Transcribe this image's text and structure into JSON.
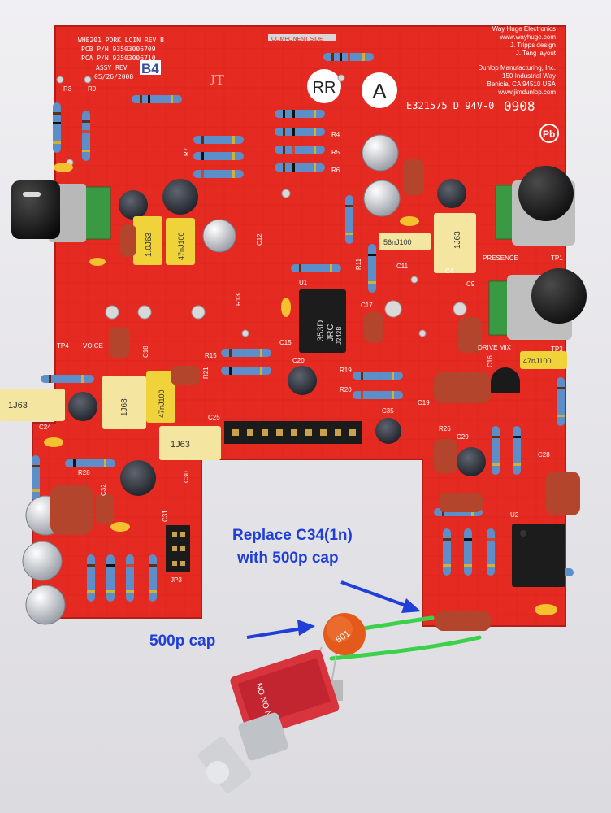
{
  "pcb": {
    "board_id": "WHE201 PORK LOIN REV B",
    "pcb_pn": "PCB P/N 93503006709",
    "pca_pn": "PCA P/N 93503006710",
    "assy_rev": "ASSY REV",
    "assy_date": "05/26/2008",
    "rev_code": "B4",
    "initials": "JT",
    "side": "COMPONENT SIDE",
    "maker_1": "Way Huge Electronics",
    "maker_1_url": "www.wayhuge.com",
    "design_credit": "J. Tripps design",
    "layout_credit": "J. Tang layout",
    "maker_2": "Dunlop Manufacturing, Inc.",
    "address_1": "150 Industrial Way",
    "address_2": "Benicia, CA 94510 USA",
    "maker_2_url": "www.jimdunlop.com",
    "badge_rr": "RR",
    "badge_a": "A",
    "cert": "E321575 D 94V-0",
    "date_code": "0908",
    "labels": {
      "r3": "R3",
      "r9": "R9",
      "r7": "R7",
      "r4": "R4",
      "r5": "R5",
      "r6": "R6",
      "r11": "R11",
      "r13": "R13",
      "r15": "R15",
      "r19": "R19",
      "r20": "R20",
      "r26": "R26",
      "r28": "R28",
      "r21": "R21",
      "c11": "C11",
      "c4": "C4",
      "c9": "C9",
      "c12": "C12",
      "c15": "C15",
      "c17": "C17",
      "c19": "C19",
      "c20": "C20",
      "c25": "C25",
      "c29": "C29",
      "c28": "C28",
      "c30": "C30",
      "c31": "C31",
      "c32": "C32",
      "c35": "C35",
      "c16": "C16",
      "c24": "C24",
      "c18": "C18",
      "u1": "U1",
      "u2": "U2",
      "tp1": "TP1",
      "tp3": "TP3",
      "tp4": "TP4",
      "jp3": "JP3",
      "voice": "VOICE",
      "presence": "PRESENCE",
      "drive_mix": "DRIVE MIX"
    },
    "caps": {
      "c1j63_a": "1.0J63",
      "c47_a": "47nJ100",
      "c56": "56nJ100",
      "c1j63_b": "1J63",
      "c47_b": "47nJ100",
      "c1j63_c": "1J63",
      "c1j68": "1J68",
      "c47_c": "47nJ100",
      "c1j63_d": "1J63"
    },
    "ic_u1": {
      "line1": "353D",
      "line2": "JRC",
      "line3": "J242B"
    },
    "ceramic_cap": "501",
    "switch_text": "ON ON ON"
  },
  "annotations": {
    "replace_line1": "Replace C34(1n)",
    "replace_line2": "with 500p cap",
    "cap_label": "500p cap"
  },
  "colors": {
    "board_red": "#e42a21",
    "annotation_blue": "#1f3fd6",
    "wire_green": "#3bd14a",
    "switch_red": "#d8343e",
    "ceramic_orange": "#e45a1a"
  }
}
